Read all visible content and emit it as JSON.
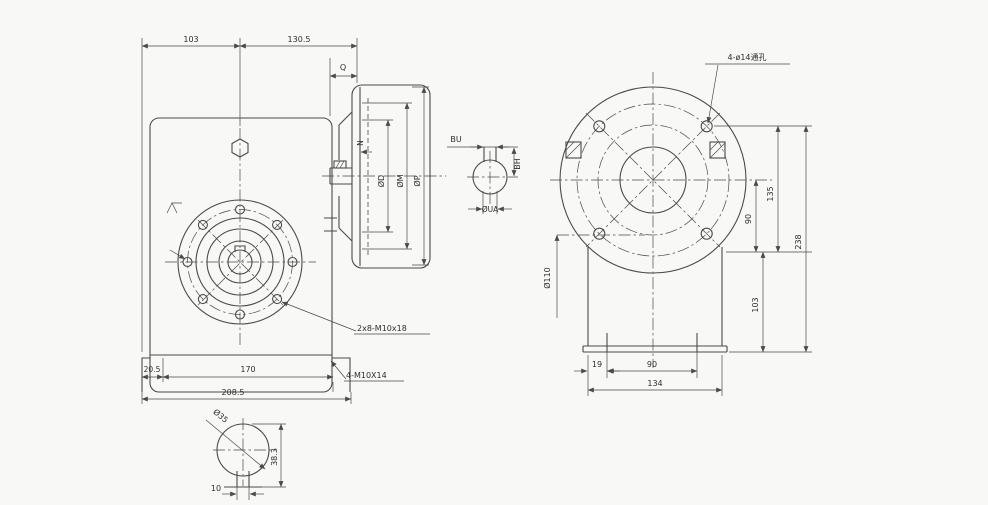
{
  "colors": {
    "background": "#f8f8f6",
    "line": "#4a4a4a",
    "text": "#2e2e2e"
  },
  "drawing": {
    "left_view": {
      "dim_width_left": "103",
      "dim_width_right": "130.5",
      "dim_q": "Q",
      "dim_base_offset": "20.5",
      "dim_base_inner": "170",
      "dim_base_total": "208.5",
      "bolt_note": "2x8-M10x18",
      "screw_note": "4-M10X14"
    },
    "flange_view": {
      "dim_d": "ØD",
      "dim_m": "ØM",
      "dim_p": "ØP",
      "dim_n": "N"
    },
    "key_section": {
      "dim_bu": "BU",
      "dim_bh": "BH",
      "dim_ua": "ØUA"
    },
    "shaft_detail": {
      "dim_dia": "Ø35",
      "dim_height": "38.3",
      "dim_key_width": "10"
    },
    "rear_view": {
      "hole_note": "4-ø14通孔",
      "dim_90_right": "90",
      "dim_135": "135",
      "dim_238": "238",
      "dim_103": "103",
      "dim_dia110": "Ø110",
      "dim_19": "19",
      "dim_90_bottom": "90",
      "dim_134": "134"
    }
  }
}
